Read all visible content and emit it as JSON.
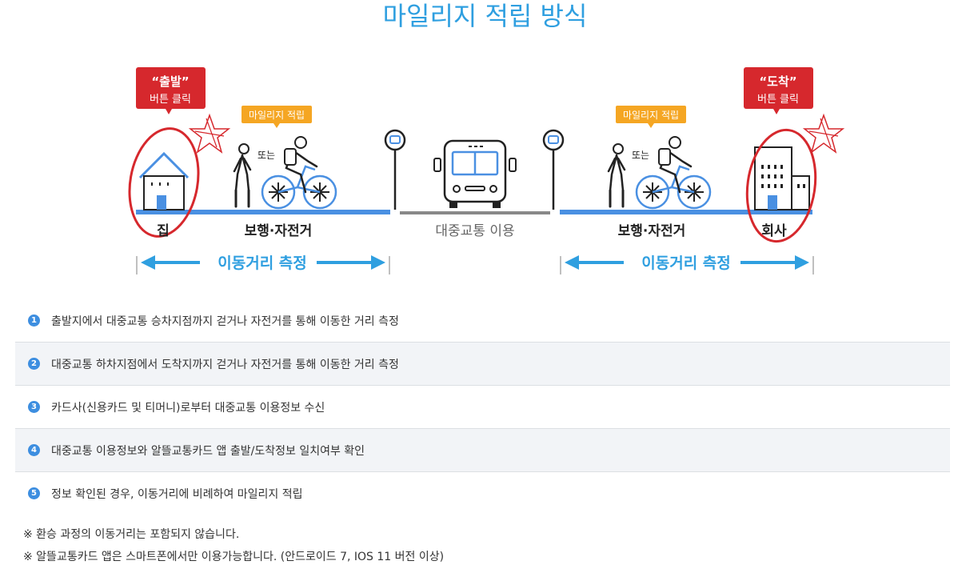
{
  "page": {
    "title": "마일리지 적립 방식"
  },
  "diagram": {
    "start_callout": {
      "line1": "“출발”",
      "line2": "버튼 클릭"
    },
    "end_callout": {
      "line1": "“도착”",
      "line2": "버튼 클릭"
    },
    "mileage_badge_left": "마일리지 적립",
    "mileage_badge_right": "마일리지 적립",
    "or_left": "또는",
    "or_right": "또는",
    "home_label": "집",
    "walk_bike_left": "보행·자전거",
    "transit_label": "대중교통 이용",
    "walk_bike_right": "보행·자전거",
    "office_label": "회사",
    "measure_left": "이동거리 측정",
    "measure_right": "이동거리 측정",
    "colors": {
      "accent": "#2f9fe0",
      "line": "#4a90e2",
      "callout": "#d6282d",
      "badge": "#f5a623"
    },
    "icons": [
      "house-icon",
      "walker-icon",
      "cyclist-icon",
      "bus-stop-icon",
      "bus-icon",
      "building-icon",
      "star-icon"
    ]
  },
  "steps": [
    {
      "num": "1",
      "text": "출발지에서 대중교통 승차지점까지 걷거나 자전거를 통해 이동한 거리 측정"
    },
    {
      "num": "2",
      "text": "대중교통 하차지점에서 도착지까지 걷거나 자전거를 통해 이동한 거리 측정"
    },
    {
      "num": "3",
      "text": "카드사(신용카드 및 티머니)로부터 대중교통 이용정보 수신"
    },
    {
      "num": "4",
      "text": "대중교통 이용정보와 알뜰교통카드 앱 출발/도착정보 일치여부 확인"
    },
    {
      "num": "5",
      "text": "정보 확인된 경우, 이동거리에 비례하여 마일리지 적립"
    }
  ],
  "notes": [
    "※ 환승 과정의 이동거리는 포함되지 않습니다.",
    "※ 알뜰교통카드 앱은 스마트폰에서만 이용가능합니다. (안드로이드 7, IOS 11 버전 이상)"
  ]
}
